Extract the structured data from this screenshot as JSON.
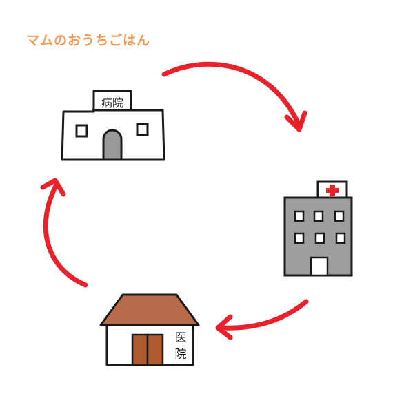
{
  "title": "マムのおうちごはん",
  "colors": {
    "title": "#f29a55",
    "arrow": "#e8212b",
    "outline": "#1a1a1a",
    "hospital_fill": "#9e9e9e",
    "roof": "#b86a4a",
    "door": "#b0582e",
    "cross": "#e8212b",
    "clinic_door": "#9a9a9a"
  },
  "buildings": {
    "clinic": {
      "sign": "病院"
    },
    "hospital": {
      "icon": "red-cross-icon"
    },
    "home_clinic": {
      "sign": [
        "医",
        "院"
      ]
    }
  }
}
